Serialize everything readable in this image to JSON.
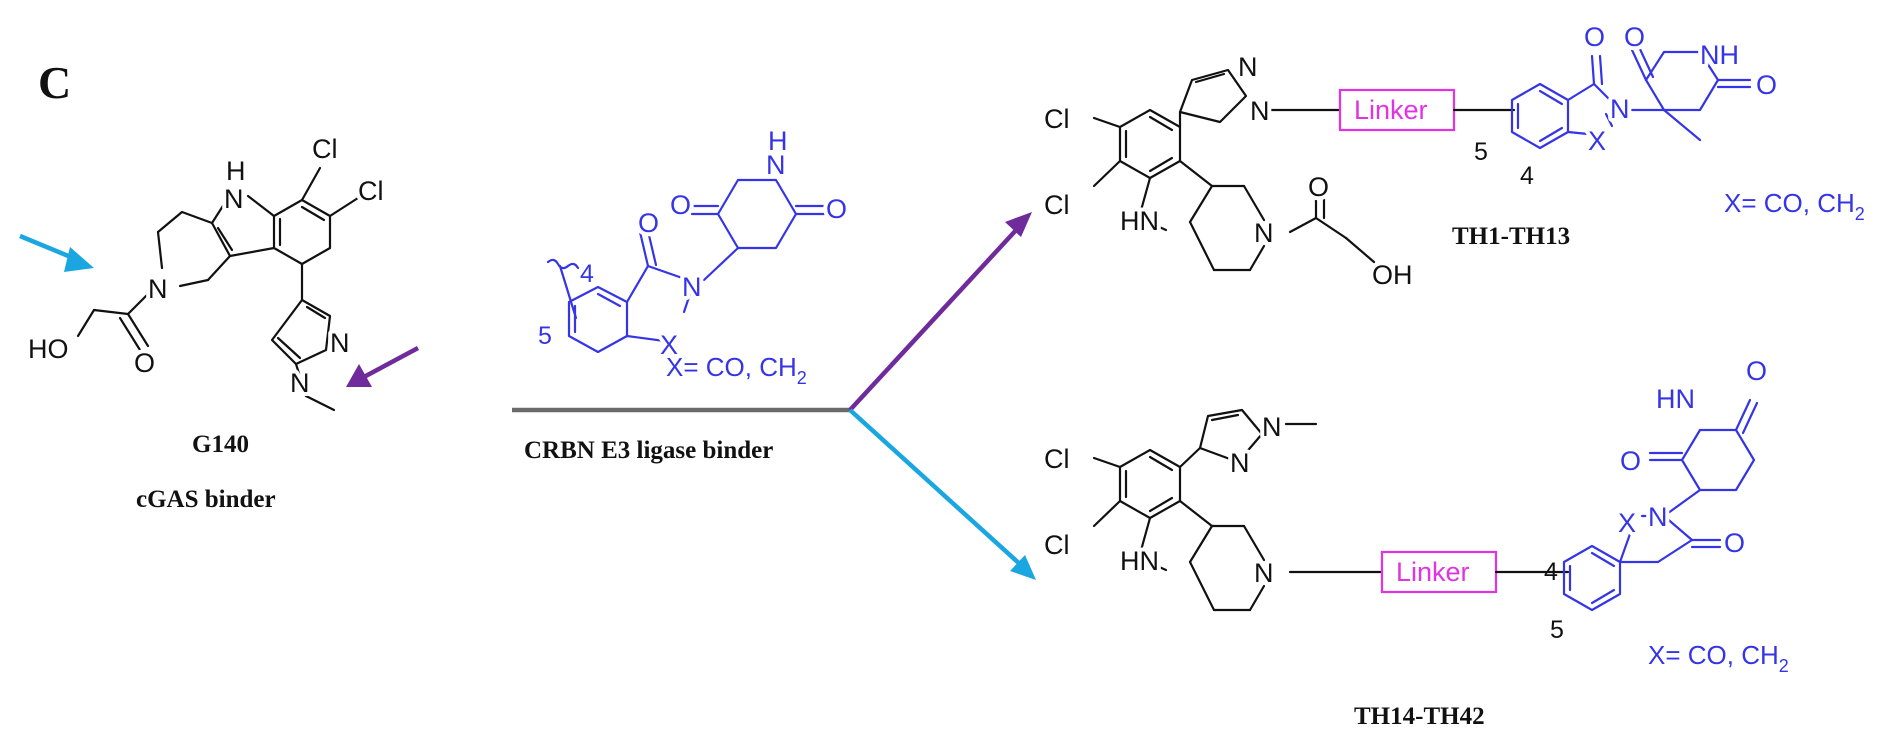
{
  "panel_letter": "C",
  "atoms": {
    "cl": "Cl",
    "nh_h": "H",
    "n": "N",
    "o": "O",
    "ho": "HO",
    "oh": "OH",
    "hn": "HN",
    "nh": "NH",
    "x": "X"
  },
  "compounds": {
    "g140": {
      "name": "G140",
      "role": "cGAS binder"
    },
    "th_top": {
      "name": "TH1-TH13"
    },
    "th_bottom": {
      "name": "TH14-TH42"
    }
  },
  "reaction": {
    "label": "CRBN E3 ligase binder"
  },
  "linker_label": "Linker",
  "x_definition": {
    "prefix": "X= CO, CH",
    "subscript": "2"
  },
  "positions": {
    "four": "4",
    "five": "5"
  },
  "colors": {
    "scaffold": "#111111",
    "crbn_ligand": "#3535e6",
    "linker": "#e233e2",
    "arrow_top": "#6f2a9c",
    "arrow_bottom": "#1aa6e0",
    "reaction_line": "#6b6b6b"
  }
}
